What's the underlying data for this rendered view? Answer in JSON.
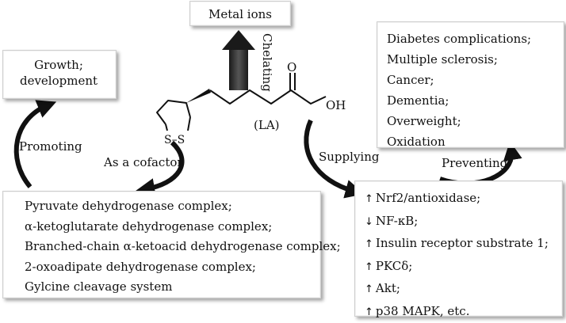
{
  "diagram": {
    "metal_ions": "Metal ions",
    "chelating": "Chelating",
    "growth_development": [
      "Growth;",
      "development"
    ],
    "promoting": "Promoting",
    "as_cofactor": "As a cofactor",
    "supplying": "Supplying",
    "preventing": "Preventing",
    "molecule": {
      "label": "(LA)",
      "sulfur": "S–S",
      "carbonyl_oxygen": "O",
      "hydroxyl": "OH"
    },
    "prevented_conditions": [
      "Diabetes complications;",
      "Multiple sclerosis;",
      "Cancer;",
      "Dementia;",
      "Overweight;",
      "Oxidation"
    ],
    "cofactor_enzymes": [
      "Pyruvate dehydrogenase complex;",
      "α-ketoglutarate dehydrogenase complex;",
      "Branched-chain α-ketoacid dehydrogenase complex;",
      "2-oxoadipate dehydrogenase complex;",
      "Gylcine cleavage system"
    ],
    "supplied_effects": [
      {
        "direction": "↑",
        "text": "Nrf2/antioxidase;"
      },
      {
        "direction": "↓",
        "text": "NF-κB;"
      },
      {
        "direction": "↑",
        "text": "Insulin receptor substrate 1;"
      },
      {
        "direction": "↑",
        "text": "PKCδ;"
      },
      {
        "direction": "↑",
        "text": "Akt;"
      },
      {
        "direction": "↑",
        "text": "p38 MAPK, etc."
      }
    ]
  }
}
